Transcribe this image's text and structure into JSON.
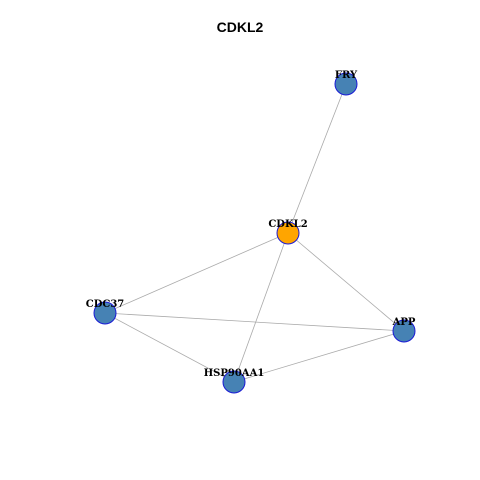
{
  "title": "CDKL2",
  "colors": {
    "center_node": "#FFA500",
    "neighbor_node": "#4682B4",
    "node_border": "#1a1ad6",
    "edge": "#aaaaaa"
  },
  "nodes": [
    {
      "id": "CDKL2",
      "label": "CDKL2",
      "role": "center"
    },
    {
      "id": "FRY",
      "label": "FRY",
      "role": "neighbor"
    },
    {
      "id": "CDC37",
      "label": "CDC37",
      "role": "neighbor"
    },
    {
      "id": "APP",
      "label": "APP",
      "role": "neighbor"
    },
    {
      "id": "HSP90AA1",
      "label": "HSP90AA1",
      "role": "neighbor"
    }
  ],
  "edges": [
    {
      "source": "CDKL2",
      "target": "FRY"
    },
    {
      "source": "CDKL2",
      "target": "CDC37"
    },
    {
      "source": "CDKL2",
      "target": "APP"
    },
    {
      "source": "CDKL2",
      "target": "HSP90AA1"
    },
    {
      "source": "CDC37",
      "target": "APP"
    },
    {
      "source": "CDC37",
      "target": "HSP90AA1"
    },
    {
      "source": "HSP90AA1",
      "target": "APP"
    }
  ]
}
